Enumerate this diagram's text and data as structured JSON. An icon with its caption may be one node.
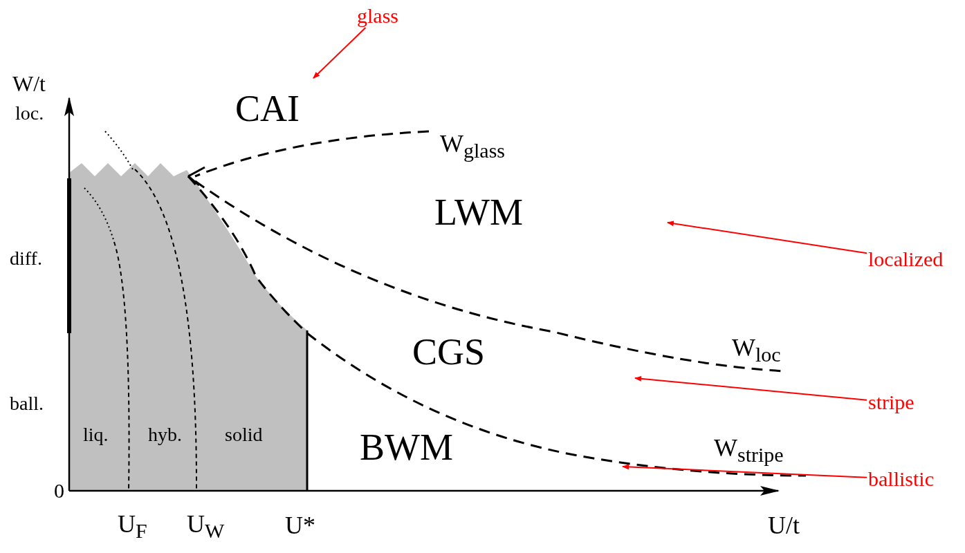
{
  "diagram": {
    "nodes": [
      {
        "text": [
          "glass"
        ]
      },
      {
        "text": [
          "localized"
        ]
      },
      {
        "text": [
          "stripe"
        ]
      },
      {
        "text": [
          "ballistic"
        ]
      }
    ],
    "edges": [
      {
        "from": 0,
        "to": null,
        "arrow": "to"
      },
      {
        "from": 1,
        "to": null,
        "arrow": "to"
      },
      {
        "from": 2,
        "to": null,
        "arrow": "to"
      },
      {
        "from": 3,
        "to": null,
        "arrow": "to"
      }
    ],
    "labels": [
      "W/t",
      "loc.",
      "CAI",
      "W$_{glass}$",
      "LWM",
      "diff.",
      "CGS",
      "W$_{loc}$",
      "ball.",
      "liq.",
      "hyb.",
      "solid",
      "BWM",
      "W$_{stripe}$",
      "0",
      "U$_{F}$",
      "U$_{W}$",
      "U*",
      "U/t"
    ]
  }
}
